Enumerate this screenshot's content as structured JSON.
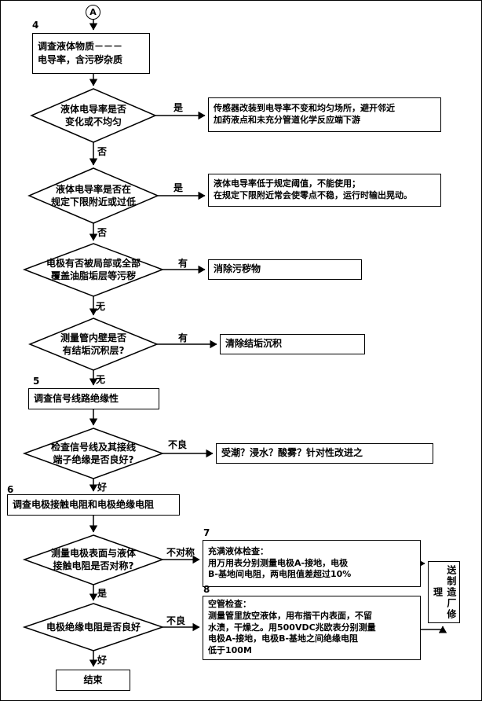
{
  "connector": {
    "label": "A"
  },
  "markers": {
    "n4": "4",
    "n5": "5",
    "n6": "6",
    "n7": "7",
    "n8": "8"
  },
  "boxes": {
    "b4": "调查液体物质－－－\n电导率，含污秽杂质",
    "b5": "调查信号线路绝缘性",
    "b6": "调查电极接触电阻和电极绝缘电阻",
    "repair": "送制造厂修理",
    "end": "结束"
  },
  "decisions": {
    "d1": {
      "q": "液体电导率是否\n变化或不均匀",
      "side": "是",
      "down": "否",
      "action": "传感器改装到电导率不变和均匀场所，避开邻近\n加药液点和未充分管道化学反应端下游"
    },
    "d2": {
      "q": "液体电导率是否在\n规定下限附近或过低",
      "side": "是",
      "down": "否",
      "action": "液体电导率低于规定阈值，不能使用；\n在规定下限附近常会使零点不稳，运行时输出晃动。"
    },
    "d3": {
      "q": "电极有否被局部或全部\n覆盖油脂垢层等污秽",
      "side": "有",
      "down": "无",
      "action": "消除污秽物"
    },
    "d4": {
      "q": "测量管内壁是否\n有结垢沉积层?",
      "side": "有",
      "down": "无",
      "action": "清除结垢沉积"
    },
    "d5": {
      "q": "检查信号线及其接线\n端子绝缘是否良好?",
      "side": "不良",
      "down": "好",
      "action": "受潮？浸水？酸雾？针对性改进之"
    },
    "d6": {
      "q": "测量电极表面与液体\n接触电阻是否对称?",
      "side": "不对称",
      "down": "是",
      "action": "充满液体检查：\n用万用表分别测量电极A-接地，电极\nB-基地间电阻，两电阻值差超过10%"
    },
    "d7": {
      "q": "电极绝缘电阻是否良好",
      "side": "不良",
      "down": "好",
      "action": "空管检查：\n测量管里放空液体，用布揩干内表面，不留\n水渍，干燥之。用500VDC兆欧表分别测量\n电极A-接地，电极B-基地之间绝缘电阻\n低于100M"
    }
  }
}
